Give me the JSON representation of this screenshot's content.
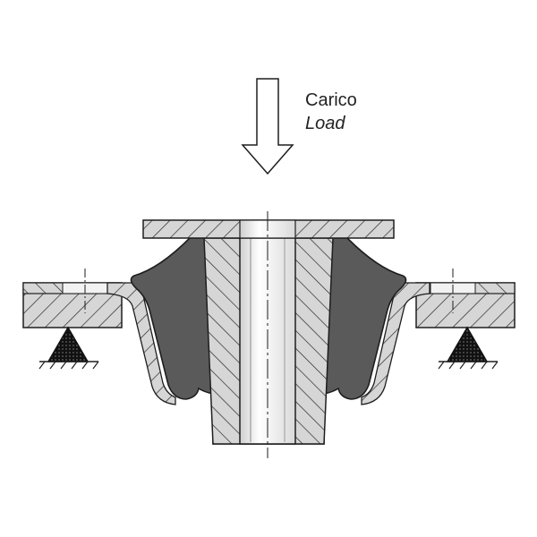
{
  "labels": {
    "load_it": "Carico",
    "load_en": "Load"
  },
  "colors": {
    "outline": "#1e1e1e",
    "steel_fill": "#d6d6d6",
    "rubber_fill": "#5a5a5a",
    "bore_fill": "#efefef",
    "support_fill": "#111111"
  },
  "parts": [
    "load-arrow",
    "top-plate",
    "rubber-element",
    "inner-sleeve",
    "central-bore",
    "housing-shell",
    "left-flange",
    "right-flange",
    "left-support",
    "right-support",
    "centerline"
  ]
}
